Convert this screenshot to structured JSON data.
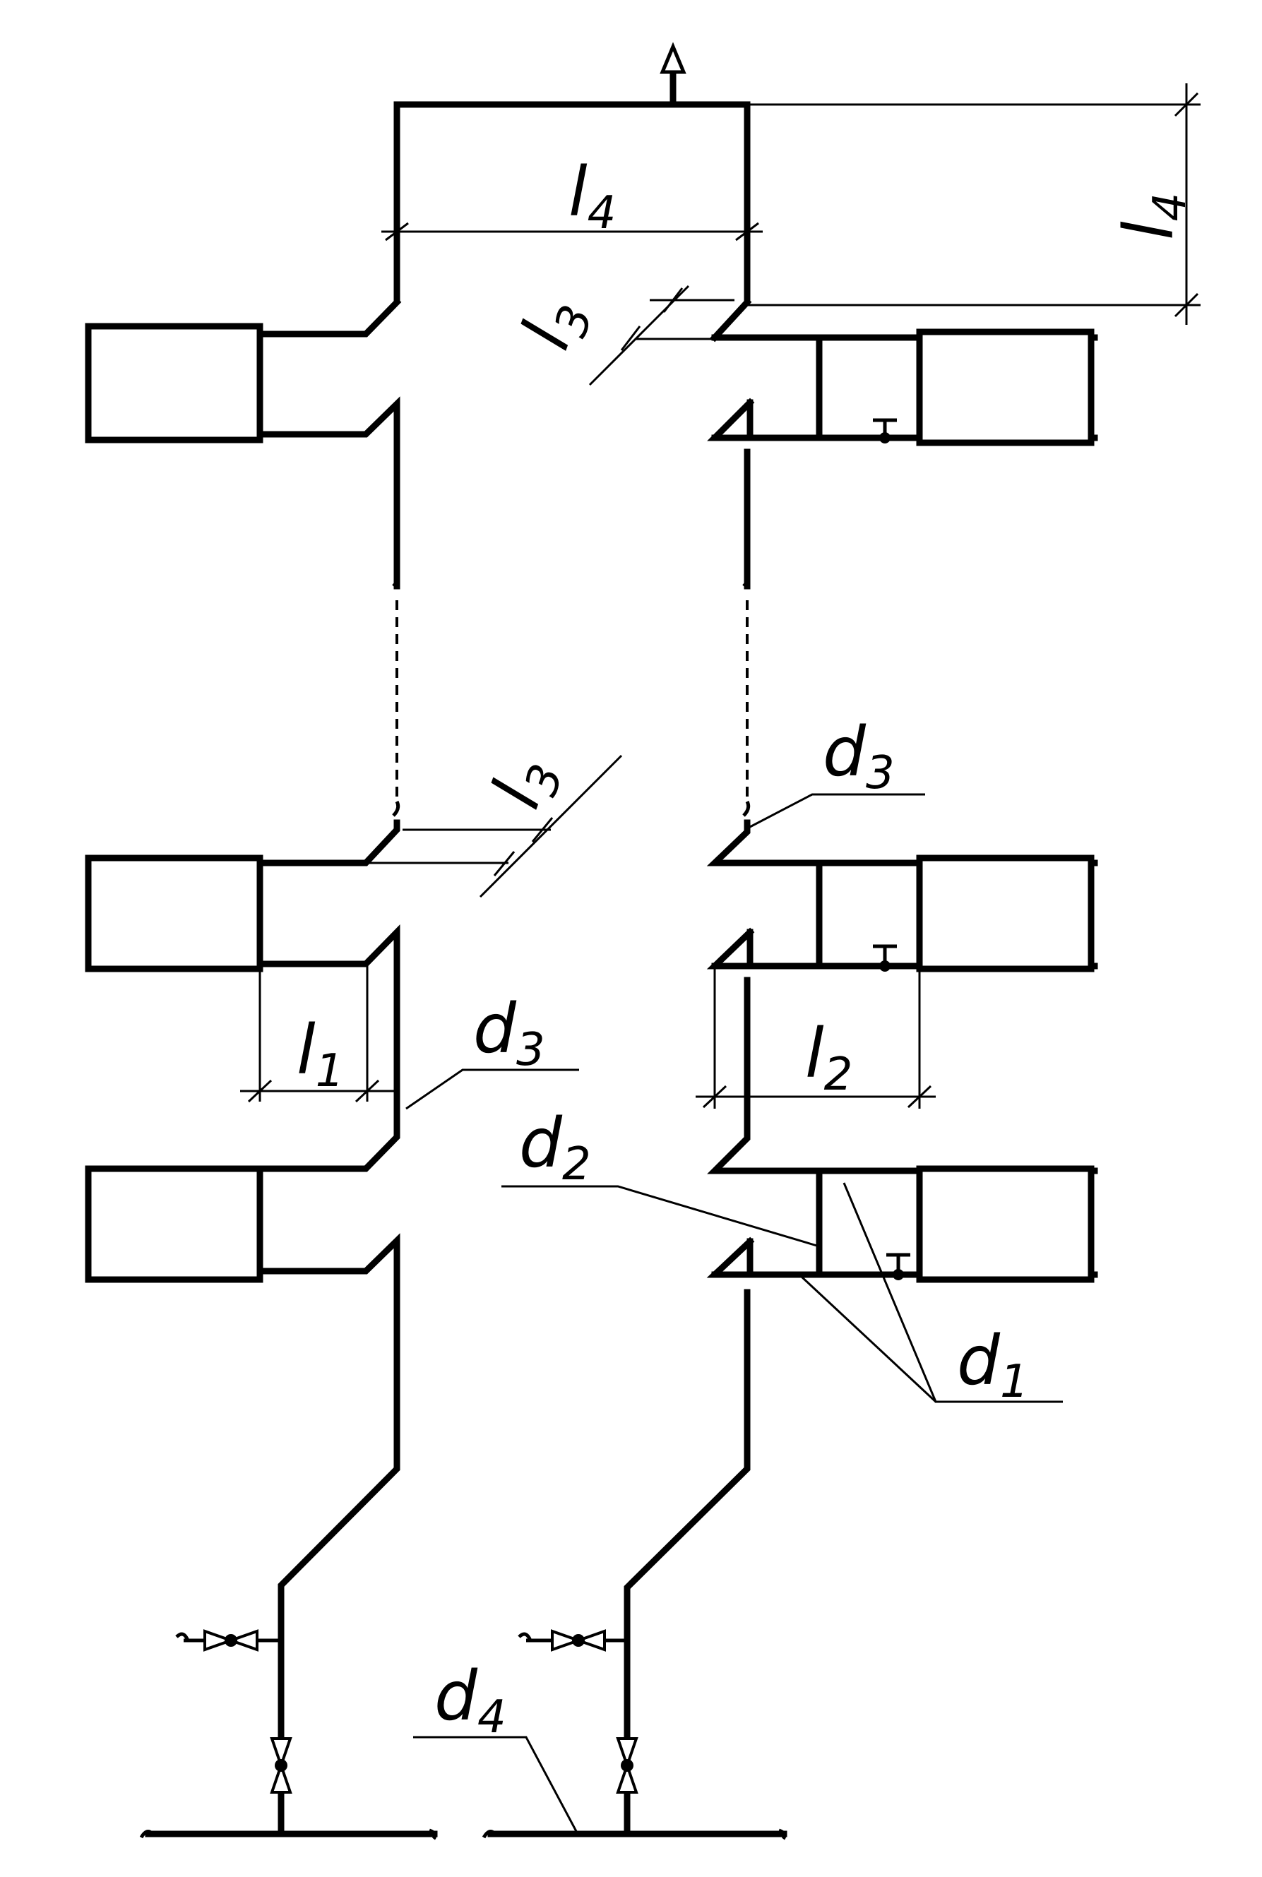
{
  "labels": {
    "l4_horizontal": {
      "main": "l",
      "sub": "4"
    },
    "l4_vertical": {
      "main": "l",
      "sub": "4"
    },
    "l3_top": {
      "main": "l",
      "sub": "3"
    },
    "l3_mid": {
      "main": "l",
      "sub": "3"
    },
    "l1": {
      "main": "l",
      "sub": "1"
    },
    "l2": {
      "main": "l",
      "sub": "2"
    },
    "d3_right": {
      "main": "d",
      "sub": "3"
    },
    "d3_left": {
      "main": "d",
      "sub": "3"
    },
    "d2": {
      "main": "d",
      "sub": "2"
    },
    "d1": {
      "main": "d",
      "sub": "1"
    },
    "d4": {
      "main": "d",
      "sub": "4"
    }
  }
}
